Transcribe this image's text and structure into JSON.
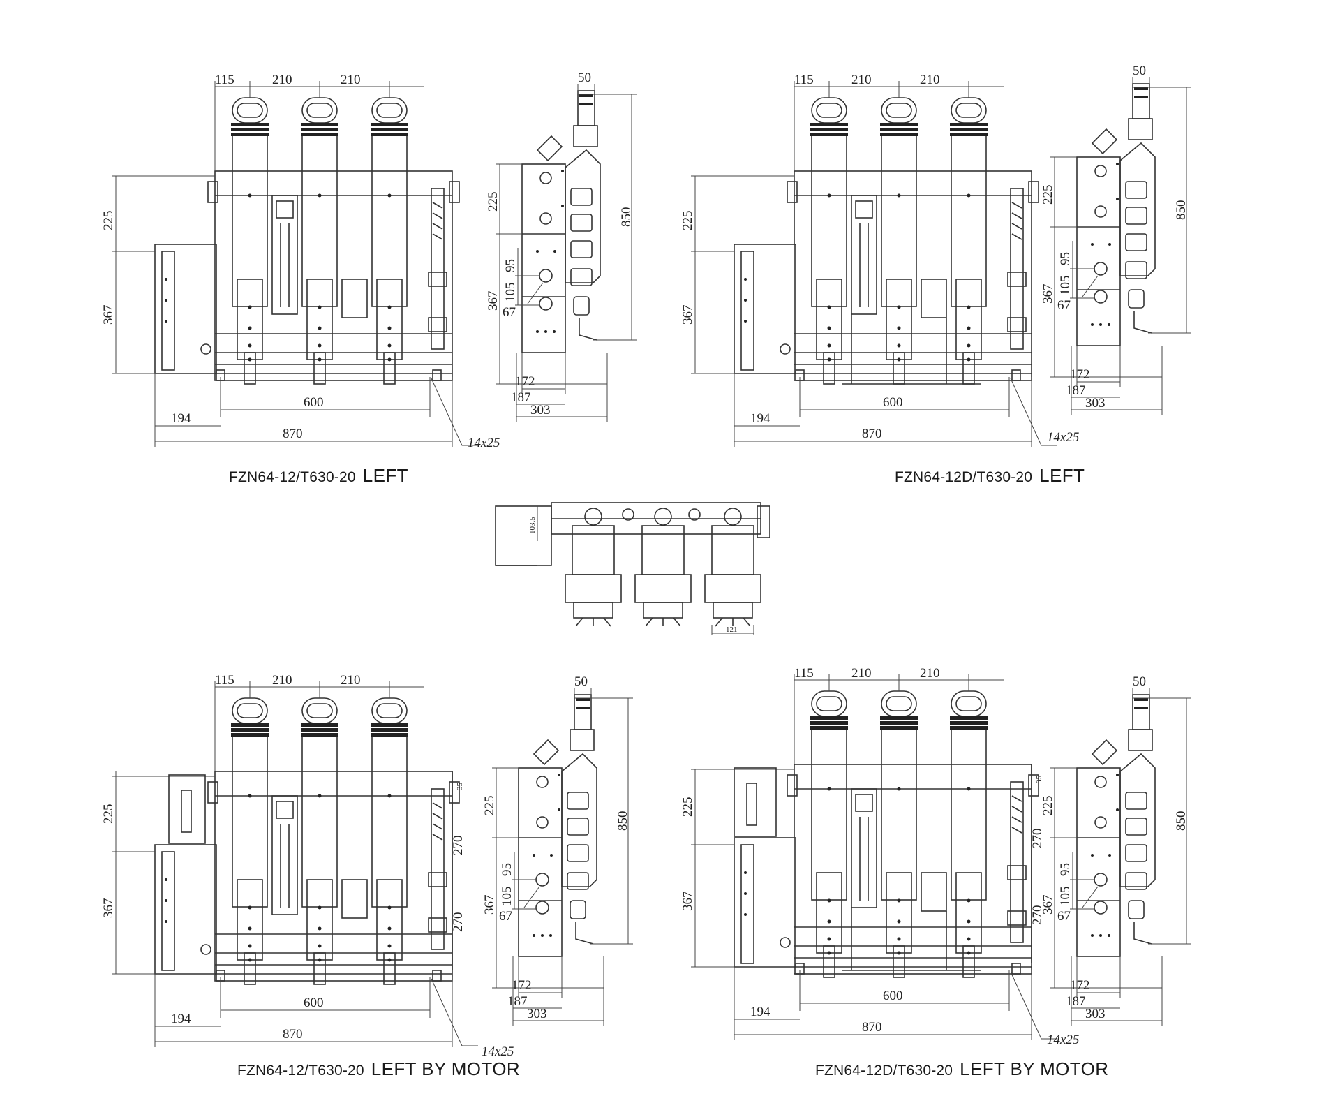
{
  "colors": {
    "line": "#333333",
    "background": "#ffffff"
  },
  "panels": [
    {
      "id": "tl",
      "caption_model": "FZN64-12/T630-20",
      "caption_variant": "LEFT",
      "front": {
        "top_dims": [
          "115",
          "210",
          "210"
        ],
        "left_dims": [
          "225",
          "367"
        ],
        "bottom_dims": [
          "600",
          "194",
          "870"
        ],
        "hole": "14x25"
      },
      "side": {
        "top_dim": "50",
        "right_dim": "850",
        "left_dims": [
          "225",
          "95",
          "105",
          "367"
        ],
        "inner_dim": "67",
        "bottom_dims": [
          "172",
          "187",
          "303"
        ]
      }
    },
    {
      "id": "tr",
      "caption_model": "FZN64-12D/T630-20",
      "caption_variant": "LEFT",
      "front": {
        "top_dims": [
          "115",
          "210",
          "210"
        ],
        "left_dims": [
          "225",
          "367"
        ],
        "bottom_dims": [
          "600",
          "194",
          "870"
        ],
        "hole": "14x25"
      },
      "side": {
        "top_dim": "50",
        "right_dim": "850",
        "left_dims": [
          "225",
          "95",
          "105",
          "367"
        ],
        "inner_dim": "67",
        "bottom_dims": [
          "172",
          "187",
          "303"
        ]
      }
    },
    {
      "id": "bl",
      "caption_model": "FZN64-12/T630-20",
      "caption_variant": "LEFT BY MOTOR",
      "front": {
        "top_dims": [
          "115",
          "210",
          "210"
        ],
        "left_dims": [
          "225",
          "367"
        ],
        "right_dims": [
          "35",
          "270",
          "270"
        ],
        "bottom_dims": [
          "600",
          "194",
          "870"
        ],
        "hole": "14x25"
      },
      "side": {
        "top_dim": "50",
        "right_dim": "850",
        "left_dims": [
          "225",
          "95",
          "105",
          "367"
        ],
        "inner_dim": "67",
        "bottom_dims": [
          "172",
          "187",
          "303"
        ]
      }
    },
    {
      "id": "br",
      "caption_model": "FZN64-12D/T630-20",
      "caption_variant": "LEFT BY MOTOR",
      "front": {
        "top_dims": [
          "115",
          "210",
          "210"
        ],
        "left_dims": [
          "225",
          "367"
        ],
        "right_dims": [
          "35",
          "270",
          "270"
        ],
        "bottom_dims": [
          "600",
          "194",
          "870"
        ],
        "hole": "14x25"
      },
      "side": {
        "top_dim": "50",
        "right_dim": "850",
        "left_dims": [
          "225",
          "95",
          "105",
          "367"
        ],
        "inner_dim": "67",
        "bottom_dims": [
          "172",
          "187",
          "303"
        ]
      }
    }
  ],
  "top_view": {
    "dim_left": "103.5",
    "dim_bottom": "121"
  }
}
